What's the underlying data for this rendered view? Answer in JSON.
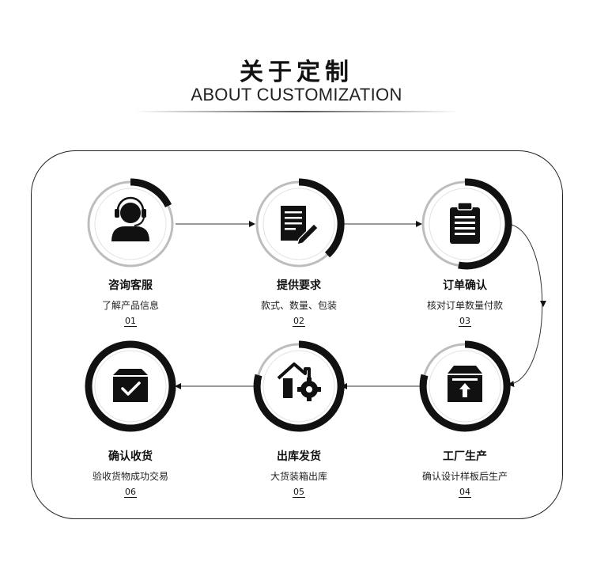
{
  "header": {
    "title_cn": "关于定制",
    "title_en": "ABOUT CUSTOMIZATION"
  },
  "steps": [
    {
      "title": "咨询客服",
      "desc": "了解产品信息",
      "num": "01",
      "icon": "customer-service-headset-icon"
    },
    {
      "title": "提供要求",
      "desc": "款式、数量、包装",
      "num": "02",
      "icon": "document-pen-icon"
    },
    {
      "title": "订单确认",
      "desc": "核对订单数量付款",
      "num": "03",
      "icon": "clipboard-icon"
    },
    {
      "title": "工厂生产",
      "desc": "确认设计样板后生产",
      "num": "04",
      "icon": "box-upload-icon"
    },
    {
      "title": "出库发货",
      "desc": "大货装箱出库",
      "num": "05",
      "icon": "house-gear-icon"
    },
    {
      "title": "确认收货",
      "desc": "验收货物成功交易",
      "num": "06",
      "icon": "box-check-icon"
    }
  ],
  "colors": {
    "ink": "#111111",
    "ring_gray": "#bdbdbd",
    "frame": "#222222"
  }
}
